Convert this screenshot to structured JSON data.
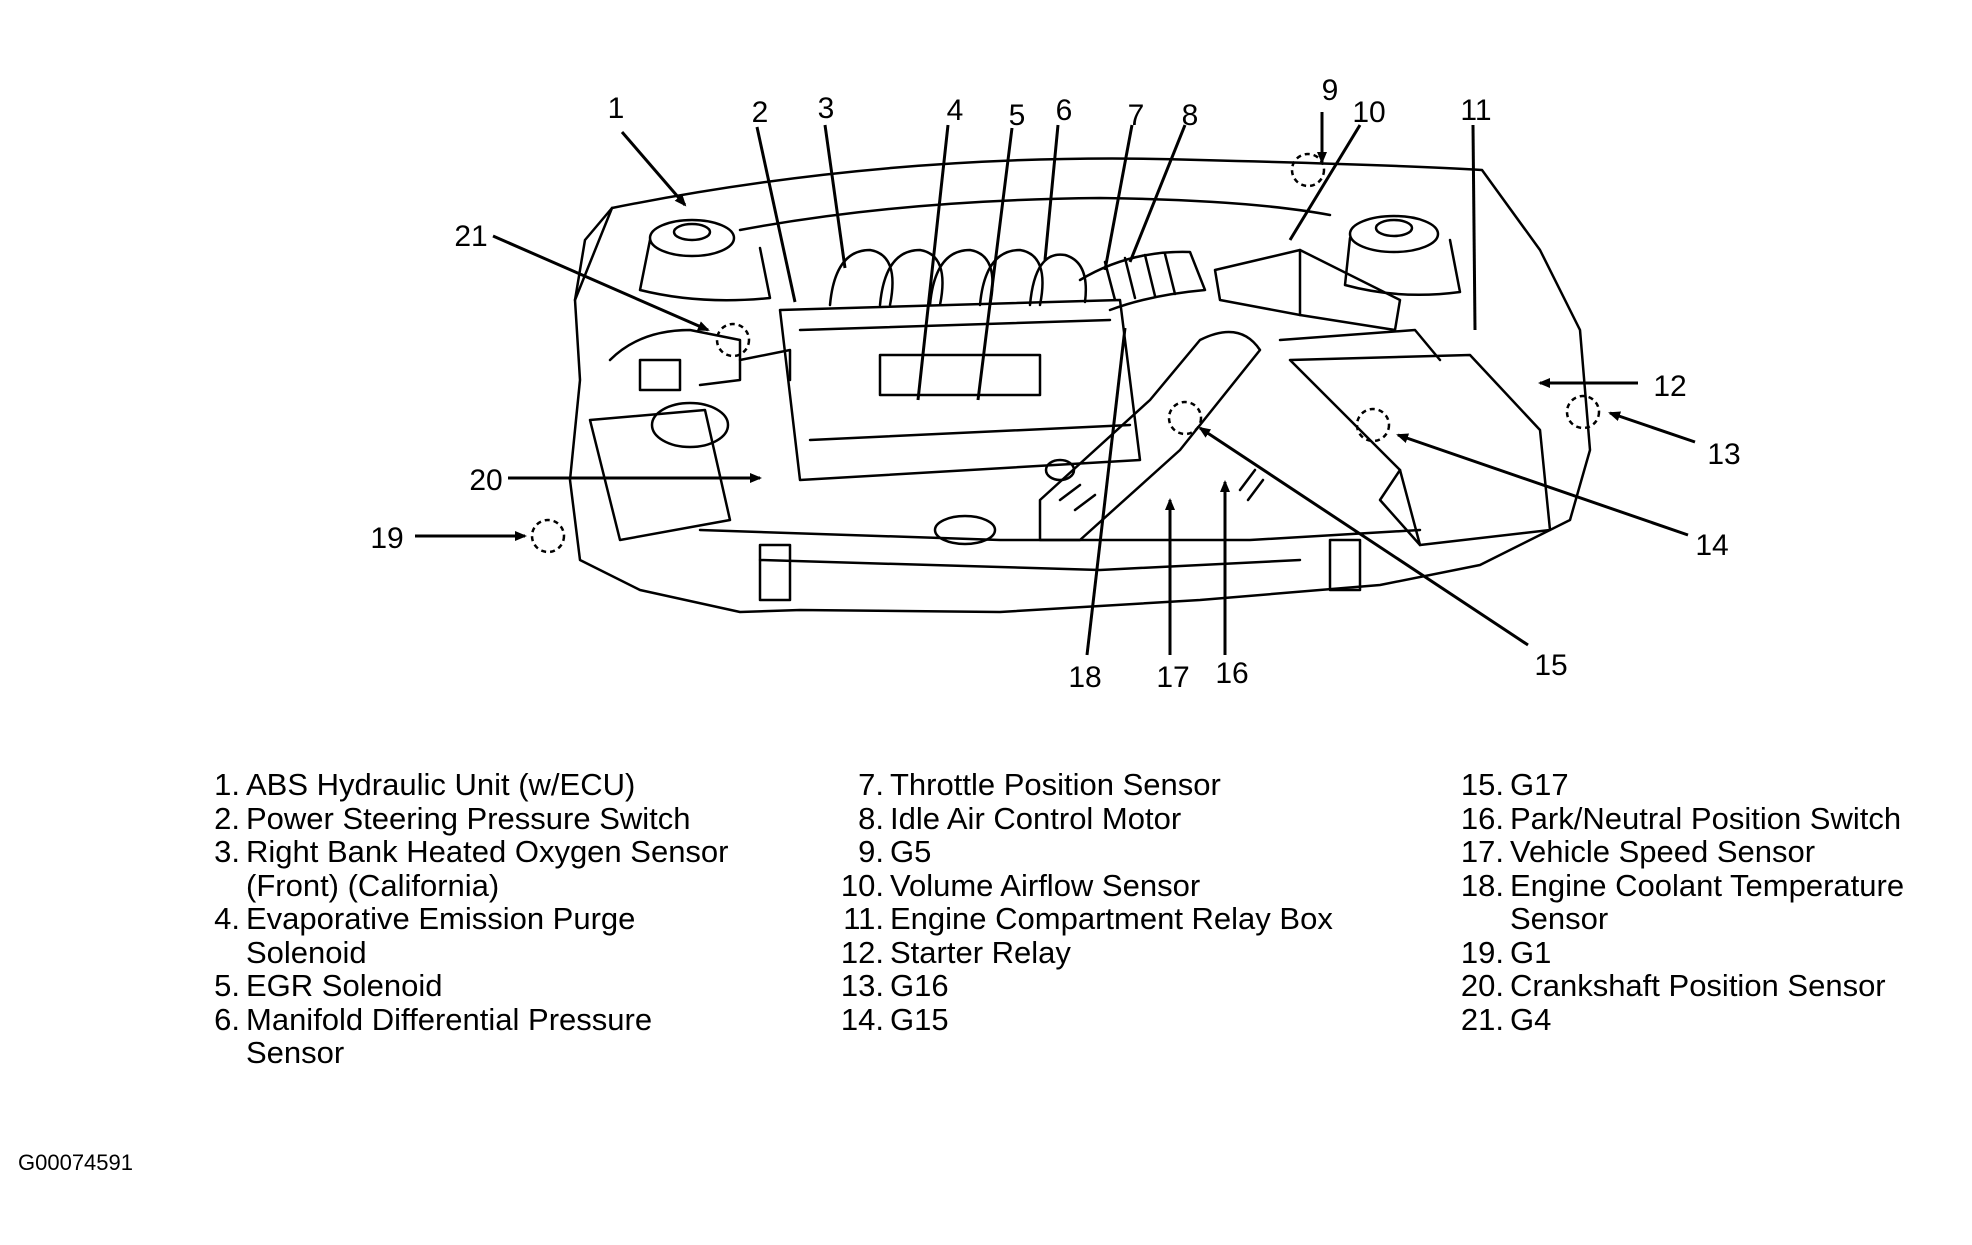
{
  "figure_id": "G00074591",
  "callouts": [
    "1",
    "2",
    "3",
    "4",
    "5",
    "6",
    "7",
    "8",
    "9",
    "10",
    "11",
    "12",
    "13",
    "14",
    "15",
    "16",
    "17",
    "18",
    "19",
    "20",
    "21"
  ],
  "legend": {
    "col1": [
      {
        "num": "1.",
        "lines": [
          "ABS Hydraulic Unit (w/ECU)"
        ]
      },
      {
        "num": "2.",
        "lines": [
          "Power Steering Pressure Switch"
        ]
      },
      {
        "num": "3.",
        "lines": [
          "Right Bank Heated Oxygen Sensor",
          "(Front) (California)"
        ]
      },
      {
        "num": "4.",
        "lines": [
          "Evaporative Emission Purge",
          "Solenoid"
        ]
      },
      {
        "num": "5.",
        "lines": [
          "EGR Solenoid"
        ]
      },
      {
        "num": "6.",
        "lines": [
          "Manifold Differential Pressure",
          "Sensor"
        ]
      }
    ],
    "col2": [
      {
        "num": "7.",
        "lines": [
          "Throttle Position Sensor"
        ]
      },
      {
        "num": "8.",
        "lines": [
          "Idle Air Control Motor"
        ]
      },
      {
        "num": "9.",
        "lines": [
          "G5"
        ]
      },
      {
        "num": "10.",
        "lines": [
          "Volume Airflow Sensor"
        ]
      },
      {
        "num": "11.",
        "lines": [
          "Engine Compartment Relay Box"
        ]
      },
      {
        "num": "12.",
        "lines": [
          "Starter Relay"
        ]
      },
      {
        "num": "13.",
        "lines": [
          "G16"
        ]
      },
      {
        "num": "14.",
        "lines": [
          "G15"
        ]
      }
    ],
    "col3": [
      {
        "num": "15.",
        "lines": [
          "G17"
        ]
      },
      {
        "num": "16.",
        "lines": [
          "Park/Neutral Position Switch"
        ]
      },
      {
        "num": "17.",
        "lines": [
          "Vehicle Speed Sensor"
        ]
      },
      {
        "num": "18.",
        "lines": [
          "Engine Coolant Temperature",
          "Sensor"
        ]
      },
      {
        "num": "19.",
        "lines": [
          "G1"
        ]
      },
      {
        "num": "20.",
        "lines": [
          "Crankshaft Position Sensor"
        ]
      },
      {
        "num": "21.",
        "lines": [
          "G4"
        ]
      }
    ]
  }
}
